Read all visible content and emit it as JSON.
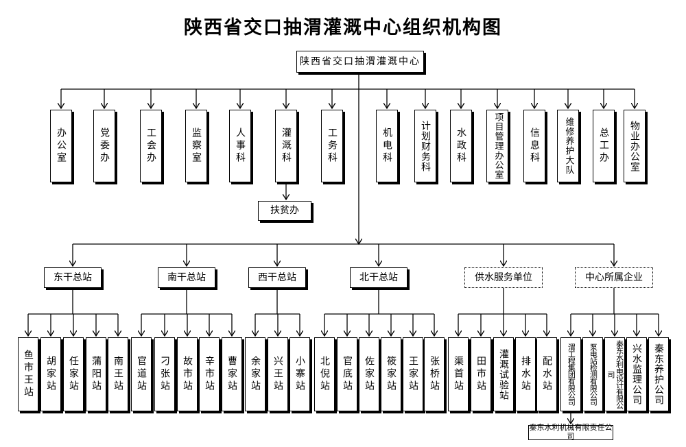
{
  "title": "陕西省交口抽渭灌溉中心组织机构图",
  "root": "陕西省交口抽渭灌溉中心",
  "departments": [
    "办公室",
    "党委办",
    "工会办",
    "监察室",
    "人事科",
    "灌溉科",
    "工务科",
    "机电科",
    "计划财务科",
    "水政科",
    "项目管理办公室",
    "信息科",
    "维修养护大队",
    "总工办",
    "物业办公室"
  ],
  "sub_department": "扶贫办",
  "groups": [
    {
      "name": "东干总站",
      "stations": [
        "鱼市王站",
        "胡家站",
        "任家站",
        "蒲阳站",
        "南王站"
      ]
    },
    {
      "name": "南干总站",
      "stations": [
        "官道站",
        "刁张站",
        "故市站",
        "辛市站",
        "曹家站"
      ]
    },
    {
      "name": "西干总站",
      "stations": [
        "余家站",
        "兴王站",
        "小寨站"
      ]
    },
    {
      "name": "北干总站",
      "stations": [
        "北倪站",
        "官底站",
        "佐家站",
        "筱家站",
        "王家站",
        "张桥站"
      ]
    },
    {
      "name": "供水服务单位",
      "stations": [
        "渠首站",
        "田市站",
        "灌溉试验站",
        "排水站",
        "配水站"
      ]
    },
    {
      "name": "中心所属企业",
      "stations": [
        "渭工程集团有限公司",
        "泵电站检测有限公司",
        "秦东水利电设计有限公司",
        "兴水监理公司",
        "秦东养护公司"
      ]
    }
  ],
  "sub_company": "秦东水利机械有限责任公司"
}
